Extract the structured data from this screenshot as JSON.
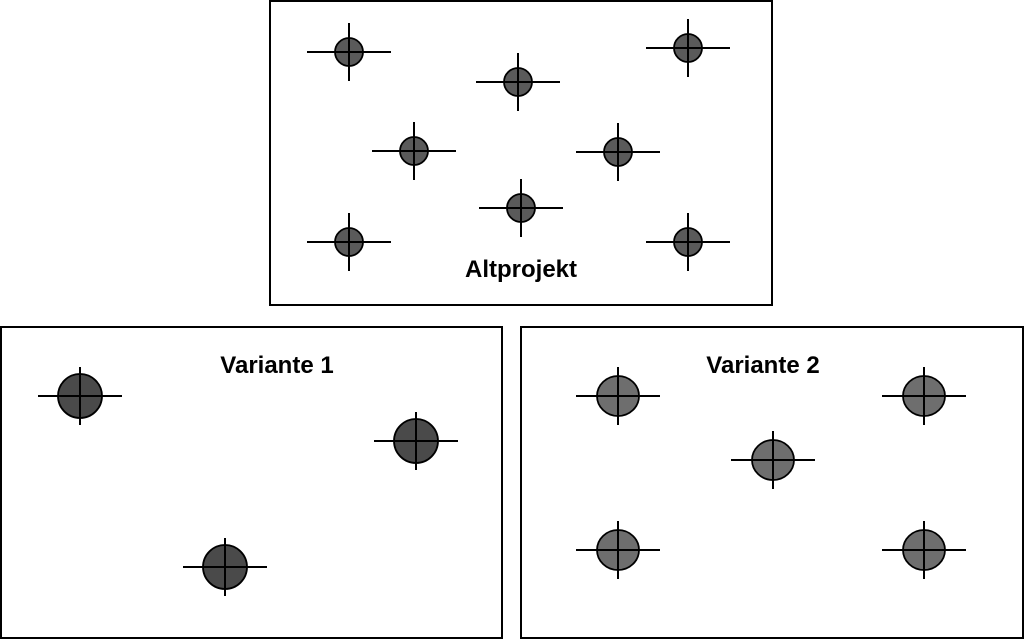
{
  "labels": {
    "alt": "Altprojekt",
    "variant1": "Variante 1",
    "variant2": "Variante 2"
  },
  "colors": {
    "marker_fill_alt": "#5a5a5a",
    "marker_fill_v1": "#4a4a4a",
    "marker_fill_v2": "#6e6e6e",
    "stroke": "#000000"
  }
}
